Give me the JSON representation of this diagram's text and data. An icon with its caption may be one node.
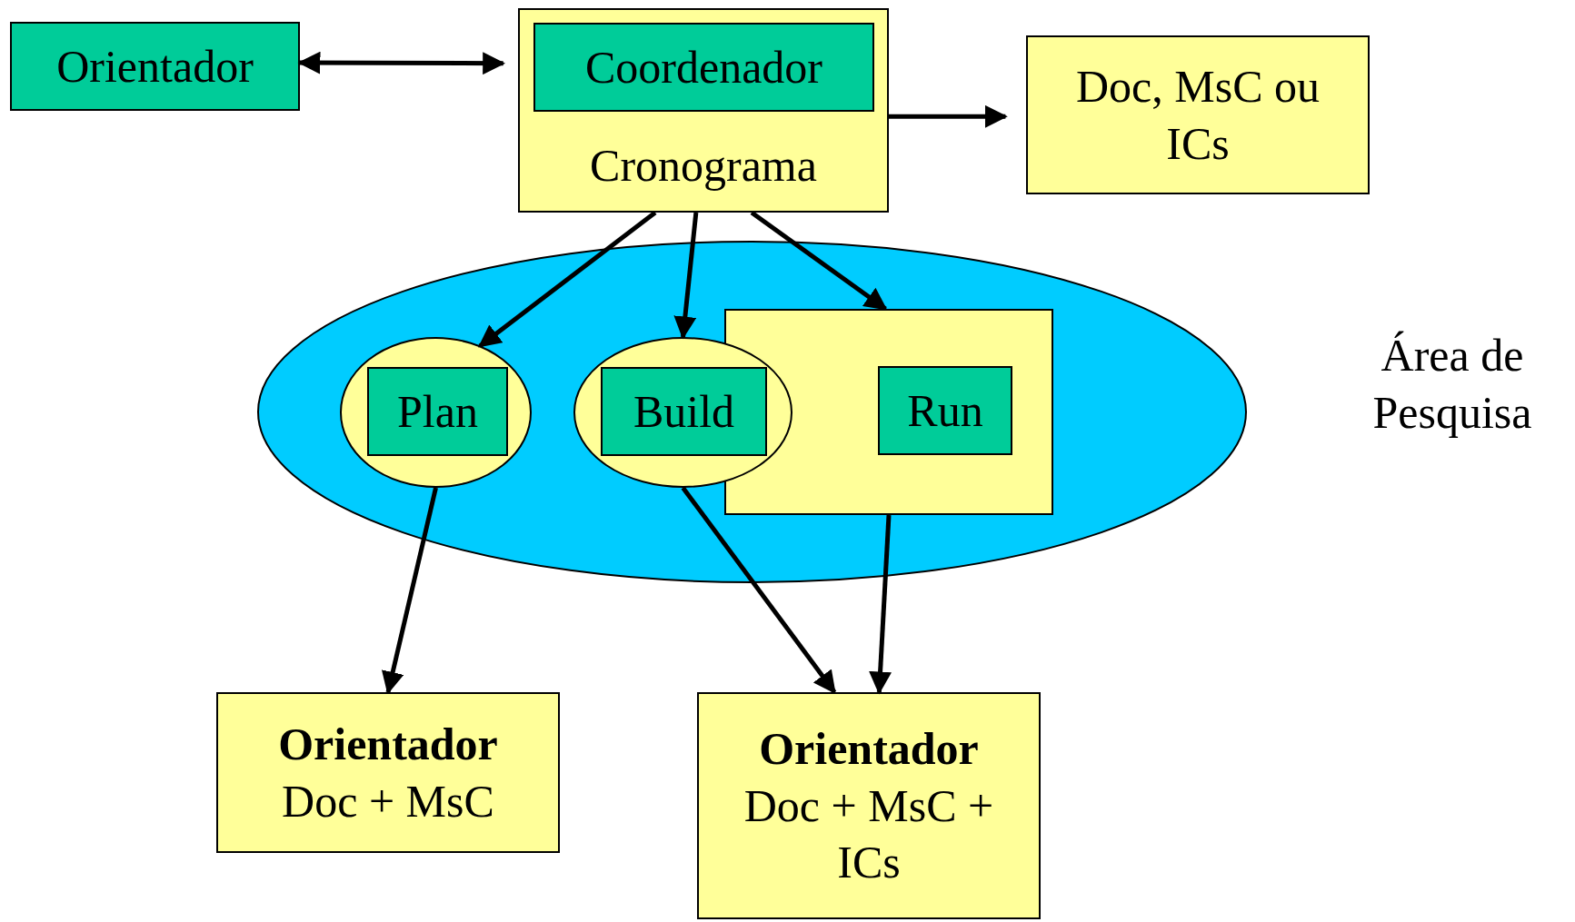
{
  "diagram": {
    "nodes": [
      {
        "text": [
          "Orientador"
        ]
      },
      {
        "text": [
          "Cronograma"
        ]
      },
      {
        "text": [
          "Coordenador"
        ],
        "in": 1
      },
      {
        "text": [
          "Doc, MsC ou ICs"
        ]
      },
      {
        "text": [
          "Área de Pesquisa"
        ]
      },
      {
        "text": [],
        "shape": "circle",
        "in": 4
      },
      {
        "text": [
          "Plan"
        ],
        "in": 5
      },
      {
        "text": [],
        "shape": "circle",
        "in": 4
      },
      {
        "text": [
          "Build"
        ],
        "in": 7
      },
      {
        "text": [],
        "shape": "box",
        "in": 4
      },
      {
        "text": [
          "Run"
        ],
        "in": 9
      },
      {
        "text": [
          "Orientador",
          "Doc + MsC"
        ]
      },
      {
        "text": [
          "Orientador",
          "Doc + MsC + ICs"
        ]
      }
    ],
    "edges": [
      {
        "from": 0,
        "to": 1,
        "arrow": "both"
      },
      {
        "from": 1,
        "to": 3,
        "arrow": "to"
      },
      {
        "from": 1,
        "to": 5,
        "arrow": "to"
      },
      {
        "from": 1,
        "to": 7,
        "arrow": "to"
      },
      {
        "from": 1,
        "to": 9,
        "arrow": "to"
      },
      {
        "from": 5,
        "to": 11,
        "arrow": "to"
      },
      {
        "from": 7,
        "to": 12,
        "arrow": "to"
      },
      {
        "from": 9,
        "to": 12,
        "arrow": "to"
      }
    ]
  }
}
